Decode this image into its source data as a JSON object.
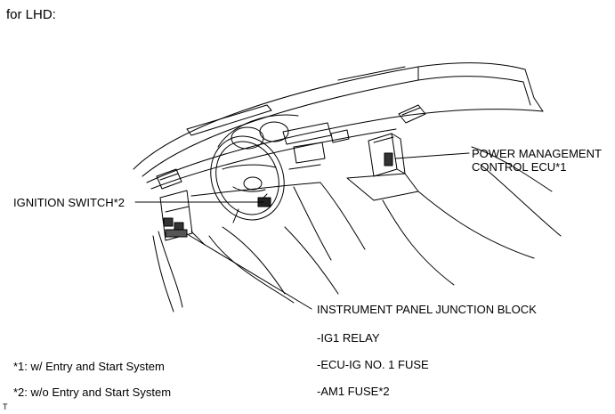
{
  "heading": "for LHD:",
  "callouts": {
    "power_management_ecu": [
      "POWER MANAGEMENT",
      "CONTROL ECU*1"
    ],
    "ignition_switch": "IGNITION SWITCH*2",
    "junction_block": "INSTRUMENT PANEL JUNCTION BLOCK",
    "junction_block_items": [
      "-IG1 RELAY",
      "-ECU-IG NO. 1 FUSE",
      "-AM1 FUSE*2"
    ]
  },
  "footnotes": [
    "*1: w/ Entry and Start System",
    "*2: w/o Entry and Start System"
  ],
  "corner_mark": "T"
}
